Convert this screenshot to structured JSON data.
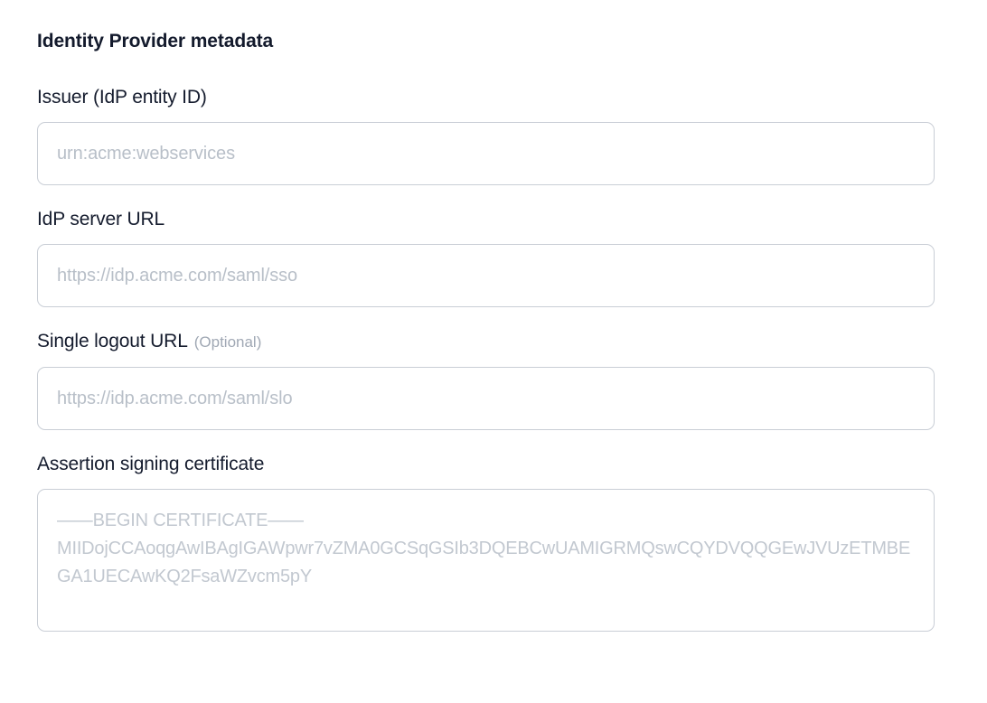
{
  "section": {
    "title": "Identity Provider metadata"
  },
  "fields": {
    "issuer": {
      "label": "Issuer (IdP entity ID)",
      "value": "",
      "placeholder": "urn:acme:webservices"
    },
    "idp_server_url": {
      "label": "IdP server URL",
      "value": "",
      "placeholder": "https://idp.acme.com/saml/sso"
    },
    "single_logout_url": {
      "label": "Single logout URL",
      "optional_tag": "(Optional)",
      "value": "",
      "placeholder": "https://idp.acme.com/saml/slo"
    },
    "signing_certificate": {
      "label": "Assertion signing certificate",
      "value": "",
      "placeholder": "——BEGIN CERTIFICATE——\nMIIDojCCAoqgAwIBAgIGAWpwr7vZMA0GCSqGSIb3DQEBCwUAMIGRMQswCQYDVQQGEwJVUzETMBEGA1UECAwKQ2FsaWZvcm5pY"
    }
  },
  "colors": {
    "text_primary": "#151c2e",
    "text_muted": "#a0a8b4",
    "placeholder": "#b8bfc8",
    "border": "#c9ced6",
    "background": "#ffffff"
  }
}
